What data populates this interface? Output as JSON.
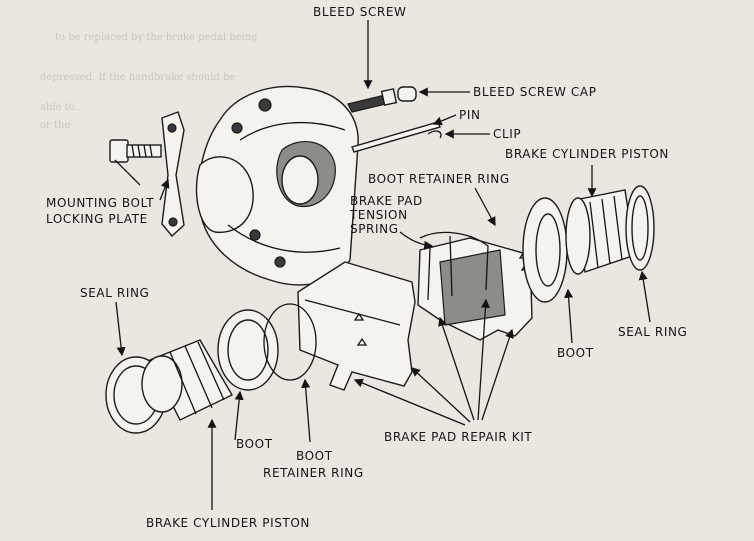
{
  "labels": {
    "bleed_screw": "BLEED SCREW",
    "bleed_screw_cap": "BLEED SCREW CAP",
    "pin": "PIN",
    "clip": "CLIP",
    "brake_cylinder_piston_right": "BRAKE CYLINDER PISTON",
    "boot_retainer_ring_top": "BOOT RETAINER RING",
    "brake_pad_tension_spring": [
      "BRAKE PAD",
      "TENSION",
      "SPRING"
    ],
    "mounting_bolt_locking_plate": [
      "MOUNTING BOLT",
      "LOCKING PLATE"
    ],
    "seal_ring_left": "SEAL RING",
    "seal_ring_right": "SEAL RING",
    "boot_right": "BOOT",
    "boot_left": "BOOT",
    "boot_retainer_ring_bottom": [
      "BOOT",
      "RETAINER RING"
    ],
    "brake_pad_repair_kit": "BRAKE PAD REPAIR KIT",
    "brake_cylinder_piston_bottom": "BRAKE CYLINDER PISTON"
  },
  "background_text": [
    "to be replaced by the brake pedal being",
    "depressed. If the handbrake should be",
    "able to...",
    "or the"
  ]
}
